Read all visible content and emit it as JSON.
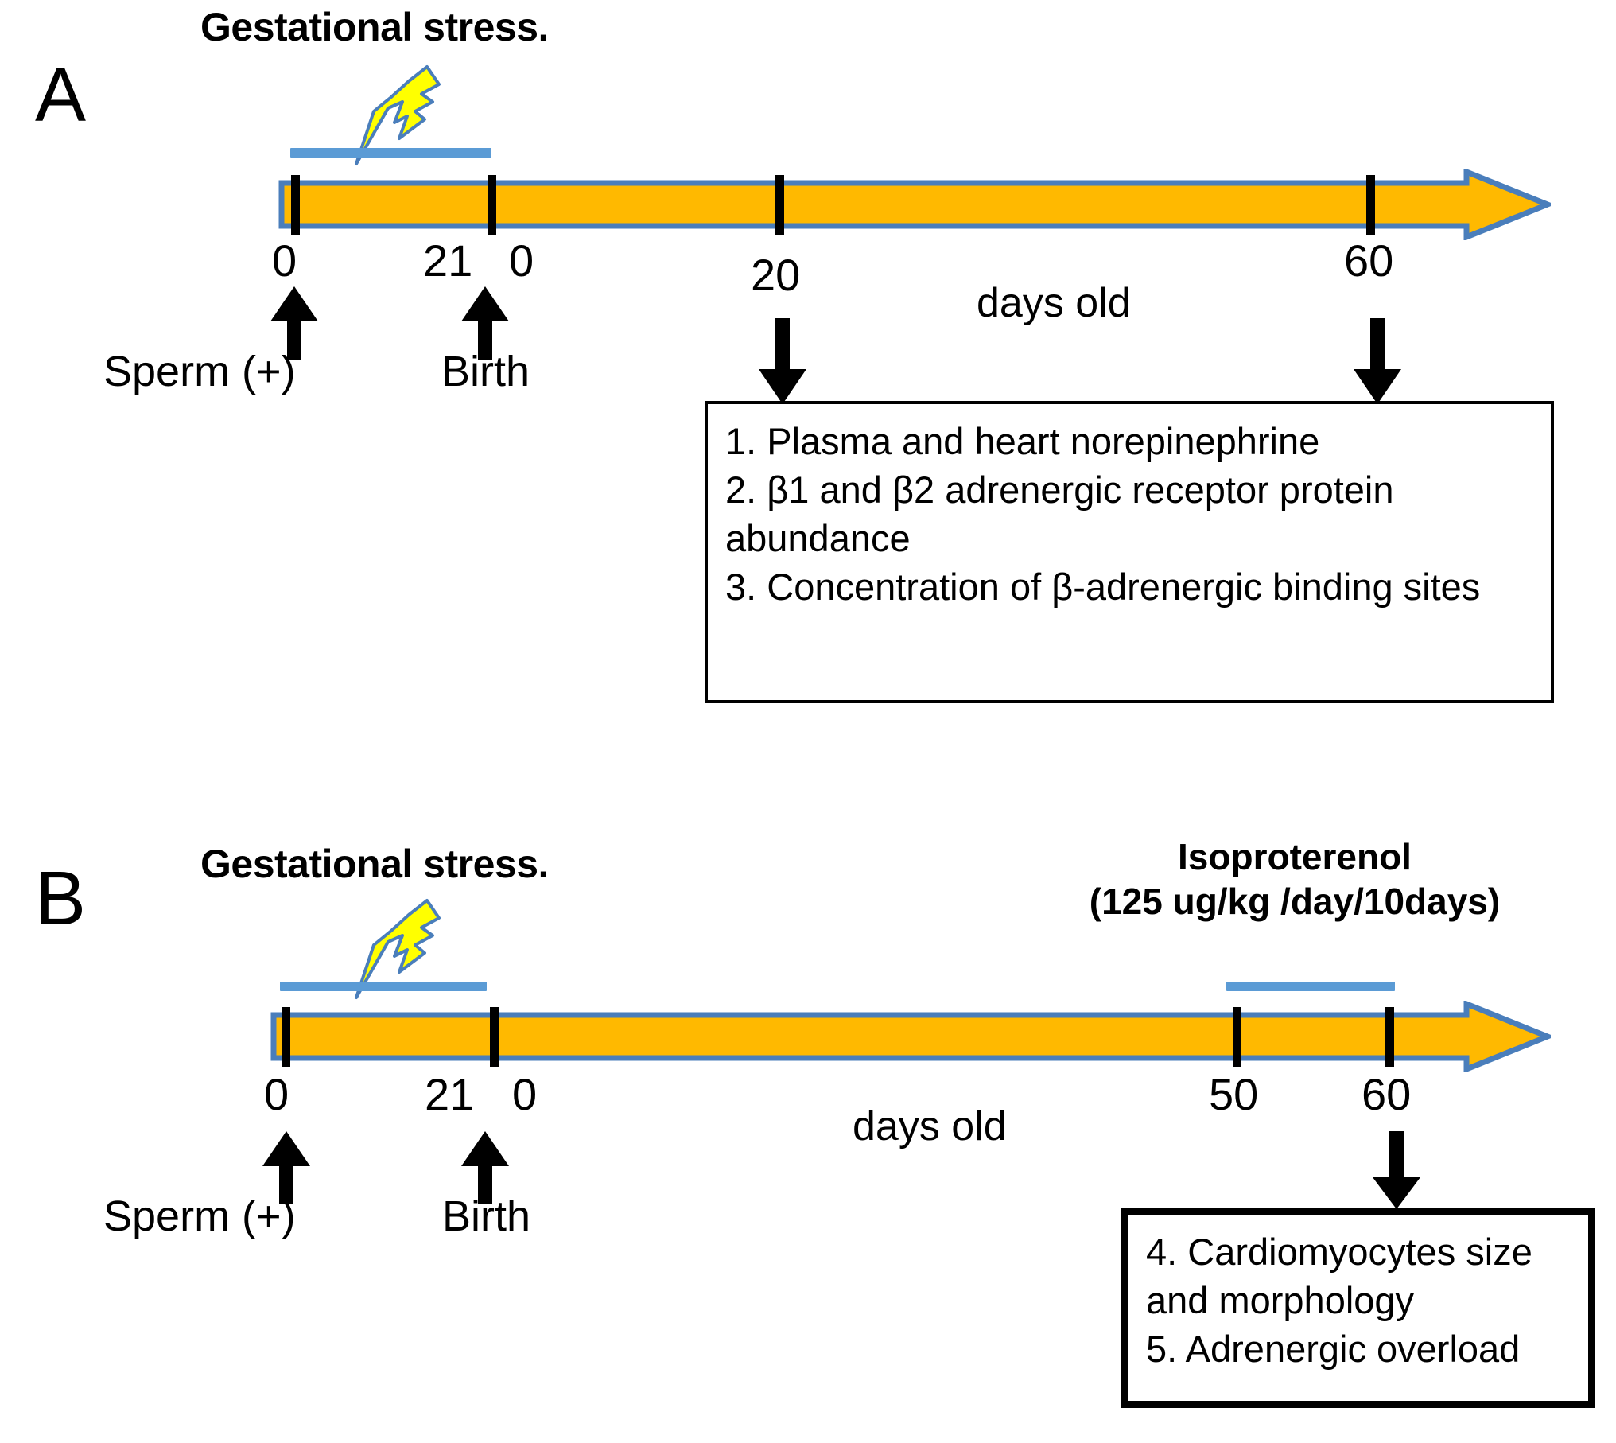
{
  "figure": {
    "type": "experimental-timeline-diagram",
    "panels": [
      {
        "id": "A",
        "letter": "A",
        "stress_title": "Gestational stress.",
        "axis_caption": "days old",
        "tick_labels": [
          "0",
          "21",
          "0",
          "20",
          "60"
        ],
        "events": [
          {
            "label": "Sperm (+)",
            "marker": "up-arrow"
          },
          {
            "label": "Birth",
            "marker": "up-arrow"
          }
        ],
        "measurements": [
          "1. Plasma and heart norepinephrine",
          "2. β1 and β2 adrenergic receptor protein abundance",
          "3. Concentration of β-adrenergic binding sites"
        ],
        "treatment_bars": [
          "gestational-stress"
        ]
      },
      {
        "id": "B",
        "letter": "B",
        "stress_title": "Gestational stress.",
        "iso_title_line1": "Isoproterenol",
        "iso_title_line2": "(125 ug/kg /day/10days)",
        "axis_caption": "days old",
        "tick_labels": [
          "0",
          "21",
          "0",
          "50",
          "60"
        ],
        "events": [
          {
            "label": "Sperm (+)",
            "marker": "up-arrow"
          },
          {
            "label": "Birth",
            "marker": "up-arrow"
          }
        ],
        "measurements": [
          "4. Cardiomyocytes size and morphology",
          "5. Adrenergic overload"
        ],
        "treatment_bars": [
          "gestational-stress",
          "isoproterenol"
        ]
      }
    ],
    "colors": {
      "timeline_fill": "#FFB900",
      "timeline_outline": "#4A7EBB",
      "treatment_bar": "#5B9BD5",
      "bolt_fill": "#FFFF00",
      "bolt_outline": "#4A7EBB",
      "text": "#000000",
      "box_border": "#000000"
    }
  }
}
